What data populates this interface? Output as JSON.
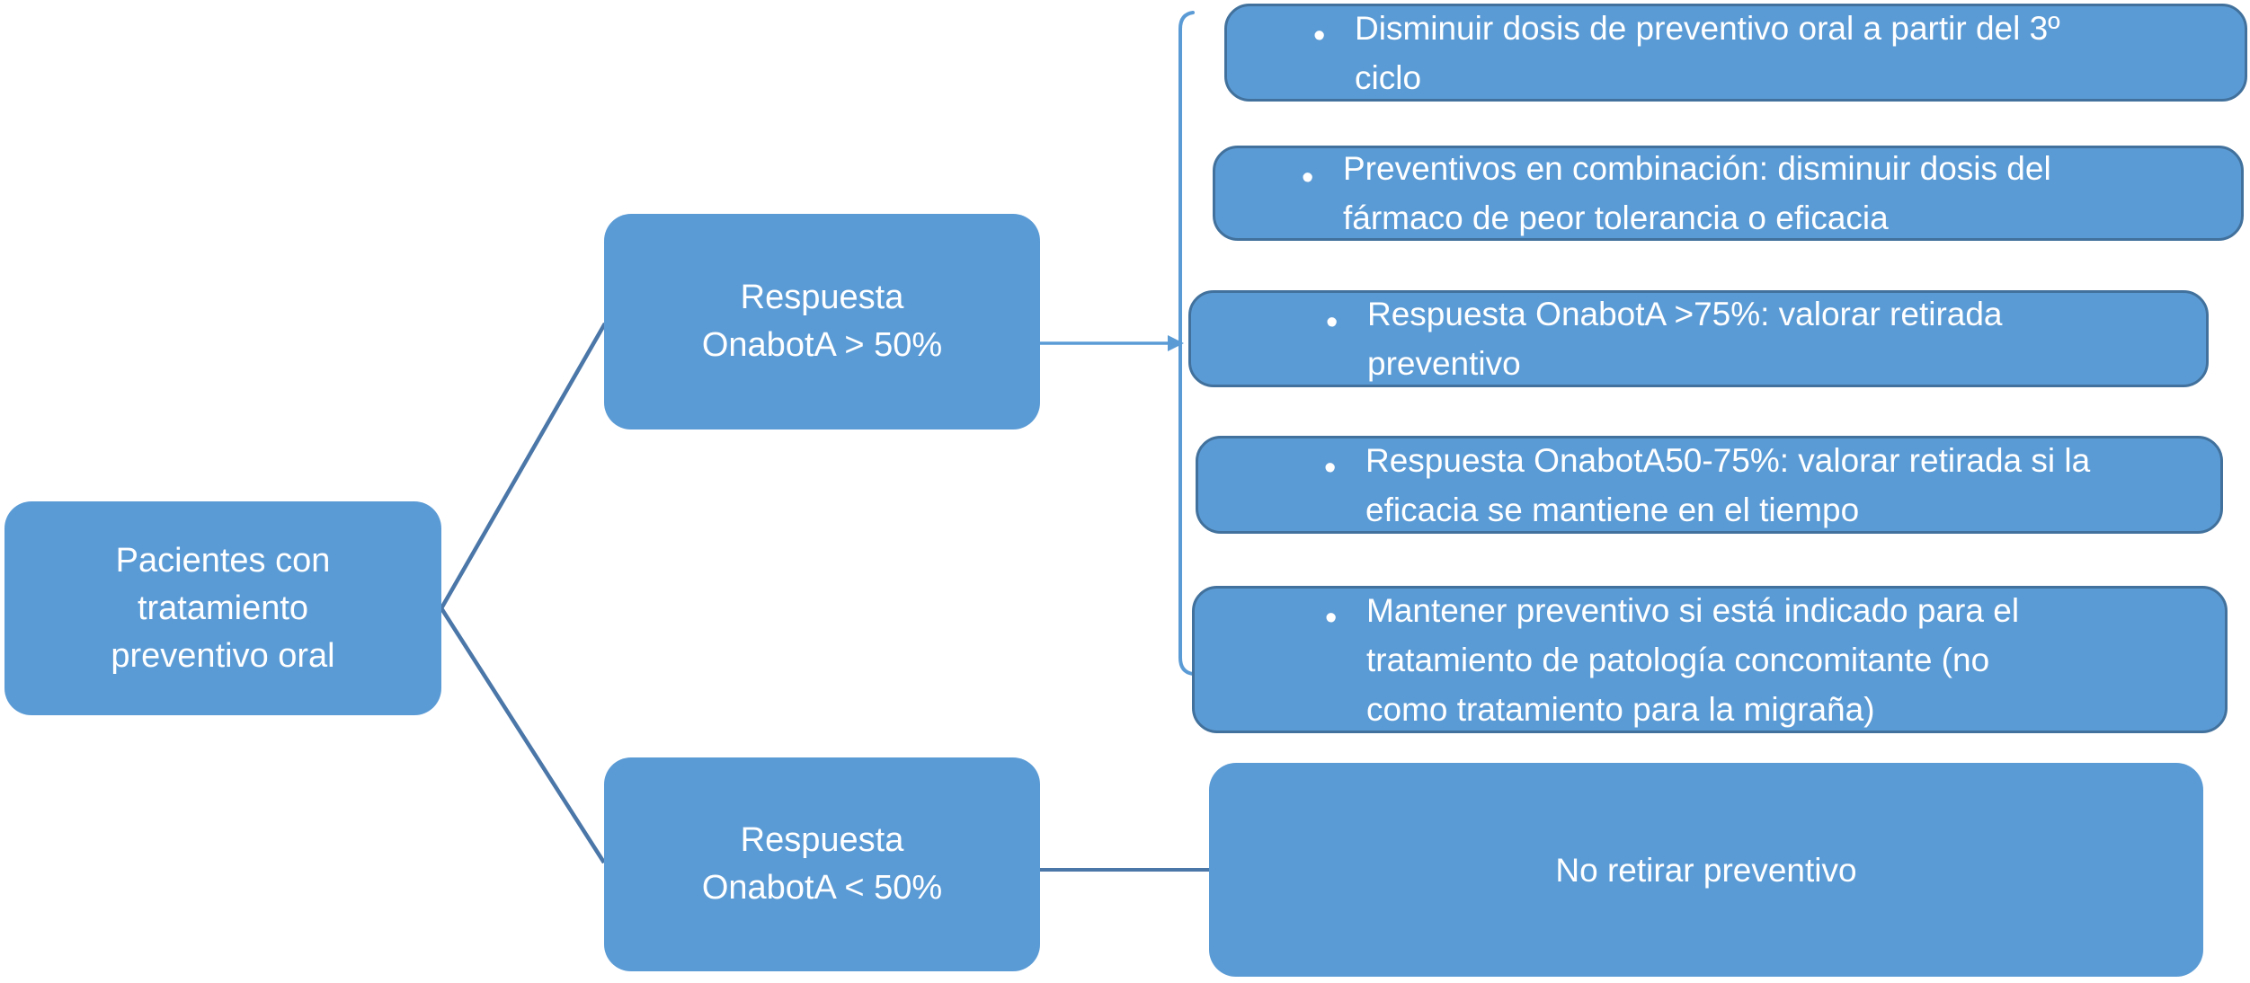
{
  "colors": {
    "box_fill": "#5b9bd5",
    "box_border": "#41719c",
    "connector_dark": "#4a76a8",
    "connector_light": "#5b9bd5",
    "text": "#ffffff",
    "page_bg": "#ffffff"
  },
  "bullet": "•",
  "root": {
    "label": "Pacientes con\ntratamiento\npreventivo oral"
  },
  "branches": [
    {
      "label": "Respuesta\nOnabotA > 50%"
    },
    {
      "label": "Respuesta\nOnabotA < 50%"
    }
  ],
  "outcomes_high": [
    {
      "text": "Disminuir dosis de preventivo oral a partir del 3º\nciclo"
    },
    {
      "text": "Preventivos en combinación: disminuir dosis del\nfármaco de peor tolerancia o eficacia"
    },
    {
      "text": "Respuesta OnabotA >75%: valorar retirada\npreventivo"
    },
    {
      "text": "Respuesta OnabotA50-75%: valorar retirada si la\neficacia se mantiene en el tiempo"
    },
    {
      "text": "Mantener preventivo si está indicado para el\ntratamiento de patología concomitante (no\ncomo tratamiento para la migraña)"
    }
  ],
  "outcome_low": {
    "label": "No retirar preventivo"
  }
}
